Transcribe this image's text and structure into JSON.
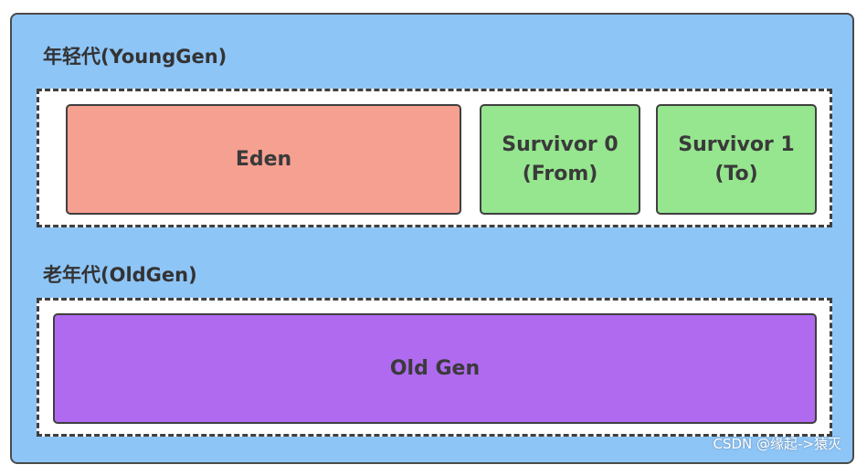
{
  "young_gen": {
    "title": "年轻代(YoungGen)",
    "eden": {
      "label": "Eden"
    },
    "survivor0": {
      "line1": "Survivor 0",
      "line2": "(From)"
    },
    "survivor1": {
      "line1": "Survivor 1",
      "line2": "(To)"
    }
  },
  "old_gen": {
    "title": "老年代(OldGen)",
    "space": {
      "label": "Old Gen"
    }
  },
  "watermark": "CSDN @缘起->猿灭",
  "colors": {
    "heap_background": "#8ec5f7",
    "eden": "#f6a091",
    "survivor": "#95e68e",
    "old_gen": "#b06af0",
    "generation_box": "#ffffff"
  }
}
